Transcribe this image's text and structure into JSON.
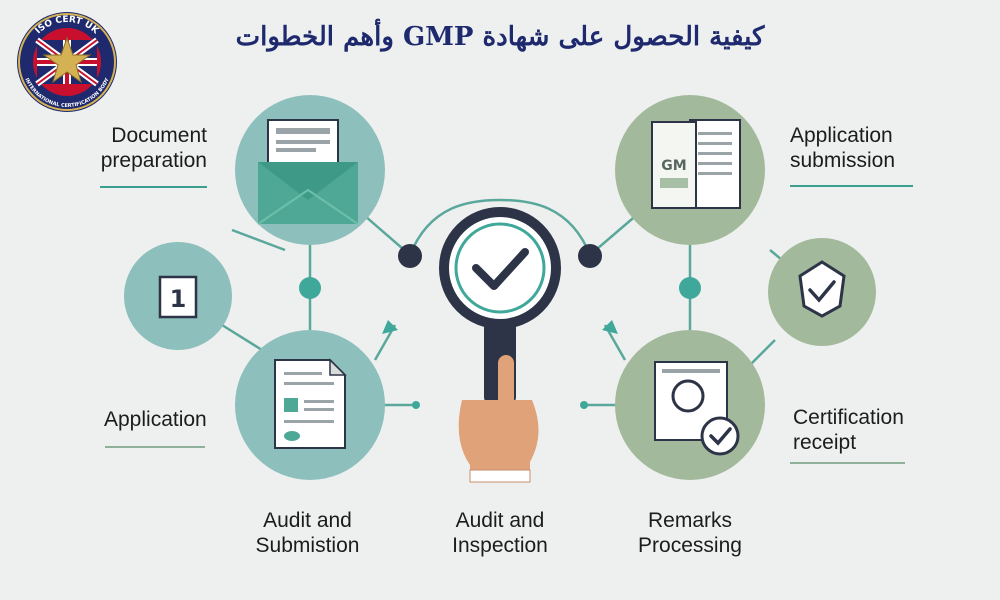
{
  "title": "كيفية الحصول على شهادة GMP وأهم الخطوات",
  "logo": {
    "text_top": "ISO CERT UK",
    "text_bottom": "INTERNATIONAL CERTIFICATION BODY"
  },
  "labels": {
    "document_preparation": [
      "Document",
      "preparation"
    ],
    "application_submission": [
      "Application",
      "submission"
    ],
    "application": "Application",
    "certification_receipt": [
      "Certification",
      "receipt"
    ],
    "audit_submission": [
      "Audit and",
      "Submistion"
    ],
    "audit_inspection": [
      "Audit and",
      "Inspection"
    ],
    "remarks_processing": [
      "Remarks",
      "Processing"
    ]
  },
  "step_number": "1",
  "icons": {
    "document_preparation": "envelope-documents-icon",
    "application_submission": "gmp-document-icon",
    "step_one": "number-one-icon",
    "certification_badge": "shield-check-icon",
    "application": "application-form-icon",
    "certification_receipt": "certificate-check-icon",
    "center": "magnifier-check-icon"
  },
  "colors": {
    "background": "#eef0ef",
    "title": "#1f2a6e",
    "teal_circle": "#8dbfbd",
    "green_circle": "#a3b99c",
    "teal_accent": "#3fa89a",
    "green_accent": "#5f9a7f",
    "dark_node": "#2d3447",
    "underline_teal": "#3c9e8e",
    "underline_green": "#8fb09a"
  }
}
